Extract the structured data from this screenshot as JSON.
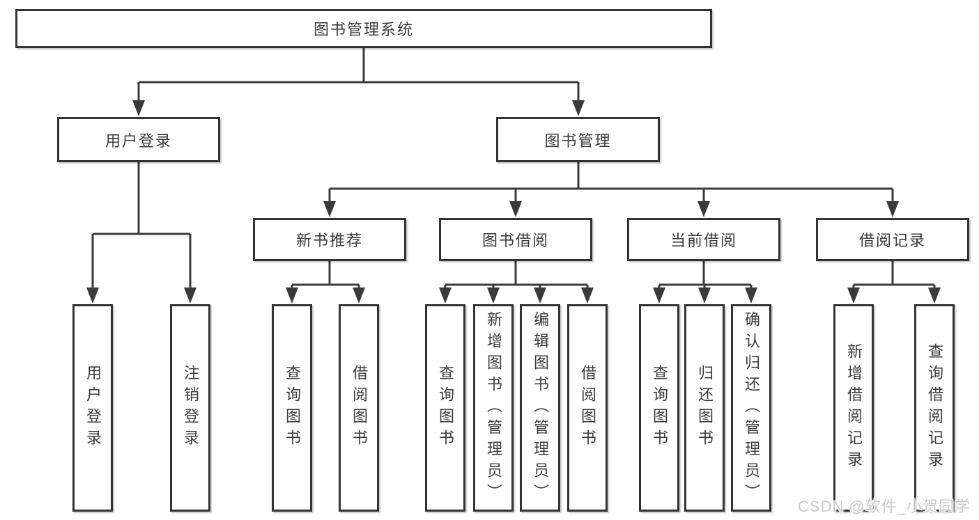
{
  "colors": {
    "background": "#ffffff",
    "line": "#3a3a3a",
    "box_border": "#333333",
    "box_fill": "#ffffff",
    "text": "#3b3b3b",
    "watermark_text": "#c8c8c8"
  },
  "tree": {
    "root": {
      "label": "图书管理系统"
    },
    "branches": [
      {
        "label": "用户登录",
        "children": [
          {
            "label": "用户登录"
          },
          {
            "label": "注销登录"
          }
        ]
      },
      {
        "label": "图书管理",
        "children": [
          {
            "label": "新书推荐",
            "children": [
              {
                "label": "查询图书"
              },
              {
                "label": "借阅图书"
              }
            ]
          },
          {
            "label": "图书借阅",
            "children": [
              {
                "label": "查询图书"
              },
              {
                "label": "新增图书（管理员）"
              },
              {
                "label": "编辑图书（管理员）"
              },
              {
                "label": "借阅图书"
              }
            ]
          },
          {
            "label": "当前借阅",
            "children": [
              {
                "label": "查询图书"
              },
              {
                "label": "归还图书"
              },
              {
                "label": "确认归还（管理员）"
              }
            ]
          },
          {
            "label": "借阅记录",
            "children": [
              {
                "label": "新增借阅记录"
              },
              {
                "label": "查询借阅记录"
              }
            ]
          }
        ]
      }
    ]
  },
  "watermark": {
    "text": "CSDN @软件_小贺同学"
  }
}
